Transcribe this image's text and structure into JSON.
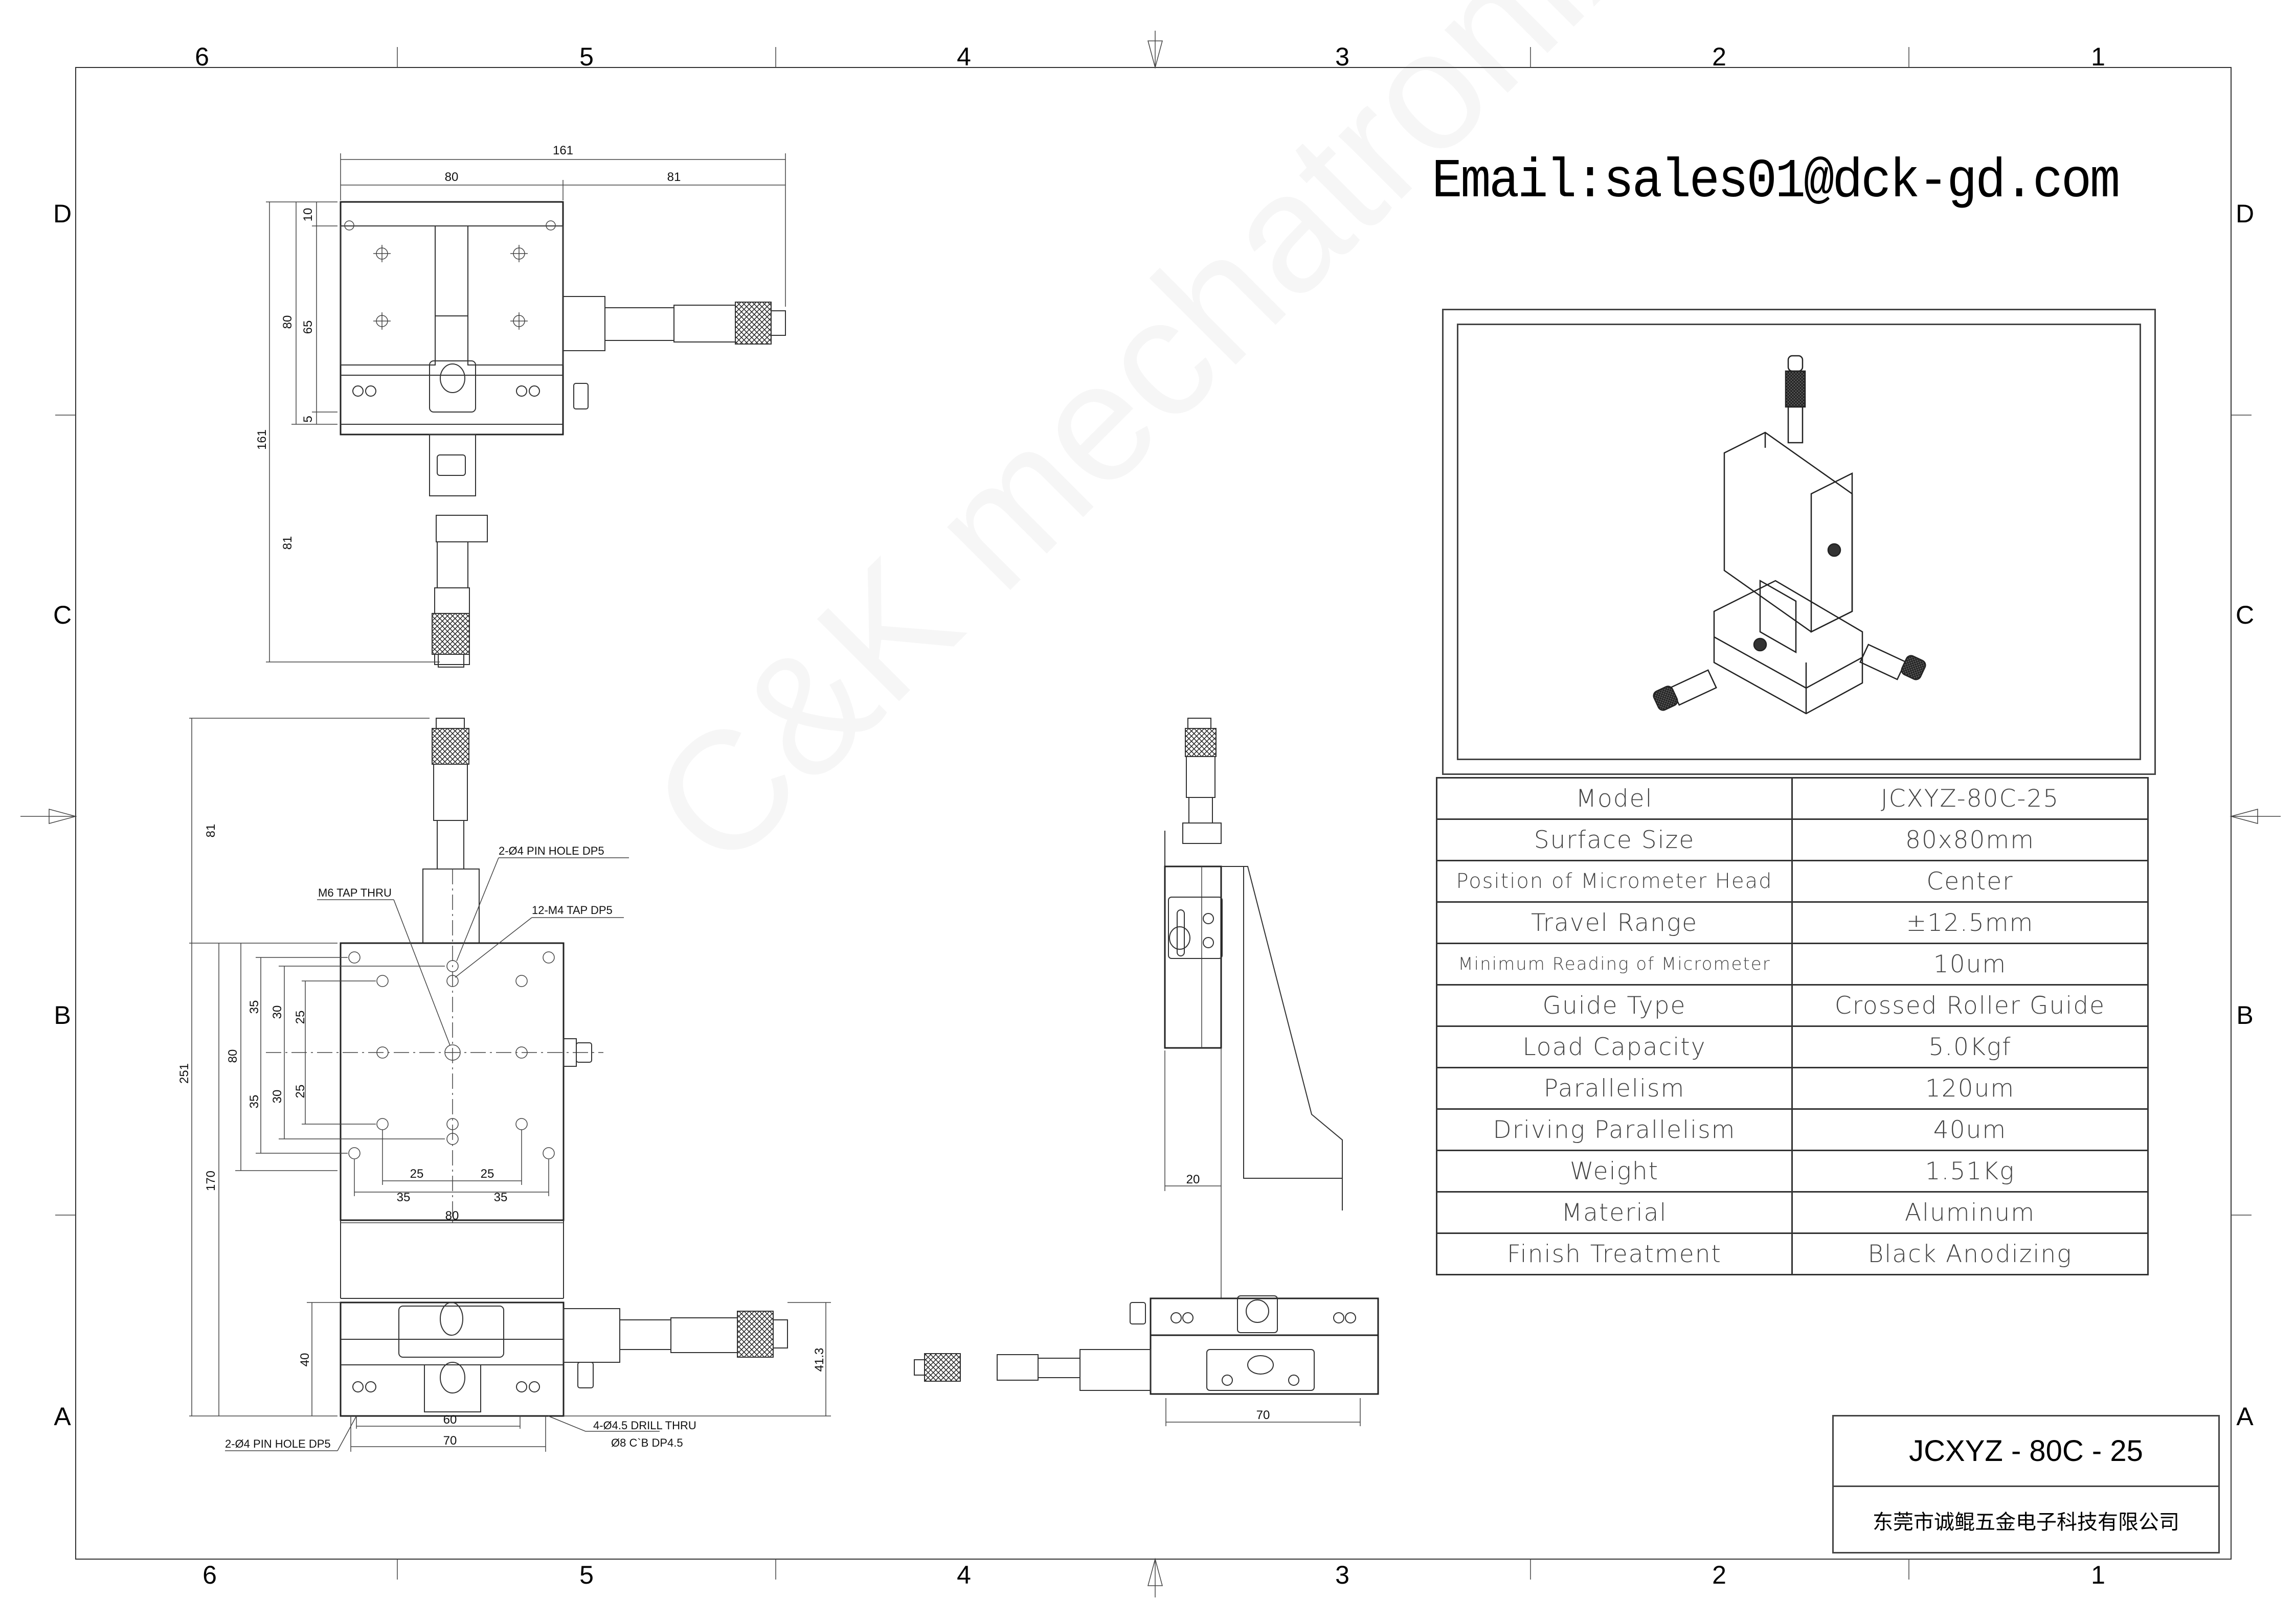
{
  "sheet": {
    "zones_top": [
      "6",
      "5",
      "4",
      "3",
      "2",
      "1"
    ],
    "zones_bottom": [
      "6",
      "5",
      "4",
      "3",
      "2",
      "1"
    ],
    "zones_side": [
      "D",
      "C",
      "B",
      "A"
    ]
  },
  "contact": {
    "email": "Email:sales01@dck-gd.com"
  },
  "watermark": "C&K mechatronix",
  "specs": {
    "rows": [
      {
        "label": "Model",
        "value": "JCXYZ-80C-25"
      },
      {
        "label": "Surface Size",
        "value": "80x80mm"
      },
      {
        "label": "Position of Micrometer Head",
        "value": "Center"
      },
      {
        "label": "Travel Range",
        "value": "±12.5mm"
      },
      {
        "label": "Minimum Reading of Micrometer",
        "value": "10um"
      },
      {
        "label": "Guide Type",
        "value": "Crossed Roller Guide"
      },
      {
        "label": "Load Capacity",
        "value": "5.0Kgf"
      },
      {
        "label": "Parallelism",
        "value": "120um"
      },
      {
        "label": "Driving Parallelism",
        "value": "40um"
      },
      {
        "label": "Weight",
        "value": "1.51Kg"
      },
      {
        "label": "Material",
        "value": "Aluminum"
      },
      {
        "label": "Finish Treatment",
        "value": "Black Anodizing"
      }
    ]
  },
  "title_block": {
    "model": "JCXYZ - 80C - 25",
    "company": "东莞市诚鲲五金电子科技有限公司"
  },
  "top_view": {
    "dims": {
      "overall_width": "161",
      "base_width": "80",
      "micrometer_ext": "81",
      "overall_height": "161",
      "base_height": "80",
      "d10": "10",
      "d65": "65",
      "d5": "5",
      "lower_ext": "81"
    }
  },
  "front_view": {
    "dims": {
      "overall": "251",
      "upper": "81",
      "lower": "170",
      "plate": "80",
      "v35a": "35",
      "v30a": "30",
      "v25a": "25",
      "v35b": "35",
      "v30b": "30",
      "v25b": "25",
      "h25a": "25",
      "h25b": "25",
      "h35a": "35",
      "h35b": "35",
      "h80": "80"
    },
    "notes": {
      "pin_hole": "2-Ø4 PIN HOLE DP5",
      "m6": "M6 TAP THRU",
      "m4": "12-M4 TAP DP5"
    }
  },
  "bottom_view": {
    "dims": {
      "h40": "40",
      "h41_3": "41.3",
      "w60": "60",
      "w70": "70"
    },
    "notes": {
      "pin_hole": "2-Ø4 PIN HOLE DP5",
      "drill": "4-Ø4.5 DRILL THRU",
      "cbore": "Ø8 C`B DP4.5"
    }
  },
  "side_view": {
    "dims": {
      "w20": "20",
      "w70": "70"
    }
  }
}
